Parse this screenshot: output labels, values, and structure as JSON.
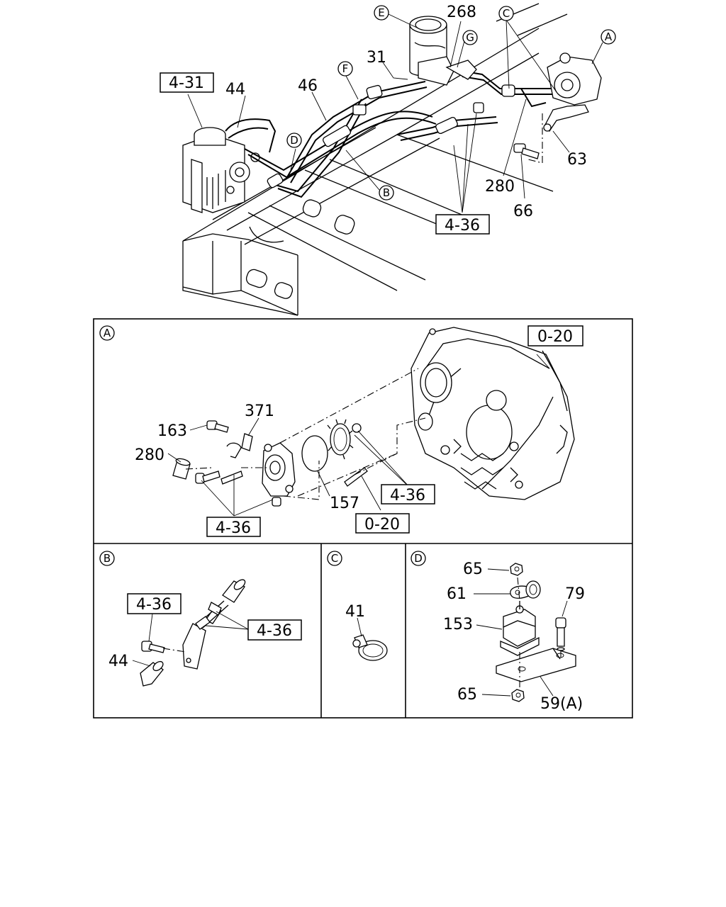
{
  "top_view": {
    "callouts": {
      "c268": "268",
      "c31": "31",
      "c46": "46",
      "c44": "44",
      "c280": "280",
      "c66": "66",
      "c63": "63"
    },
    "ref_boxes": {
      "r431": "4-31",
      "r436": "4-36"
    },
    "circle_refs": {
      "e": "E",
      "g": "G",
      "f": "F",
      "d": "D",
      "b": "B",
      "c": "C",
      "a": "A"
    }
  },
  "panel_a": {
    "letter": "A",
    "callouts": {
      "c371": "371",
      "c163": "163",
      "c280": "280",
      "c157": "157"
    },
    "ref_boxes": {
      "r020_top": "0-20",
      "r436_right": "4-36",
      "r020_bottom": "0-20",
      "r436_left": "4-36"
    }
  },
  "panel_b": {
    "letter": "B",
    "callouts": {
      "c44": "44"
    },
    "ref_boxes": {
      "r436_left": "4-36",
      "r436_right": "4-36"
    }
  },
  "panel_c": {
    "letter": "C",
    "callouts": {
      "c41": "41"
    }
  },
  "panel_d": {
    "letter": "D",
    "callouts": {
      "c65_top": "65",
      "c61": "61",
      "c79": "79",
      "c153": "153",
      "c65_bottom": "65",
      "c59": "59(A)"
    }
  }
}
